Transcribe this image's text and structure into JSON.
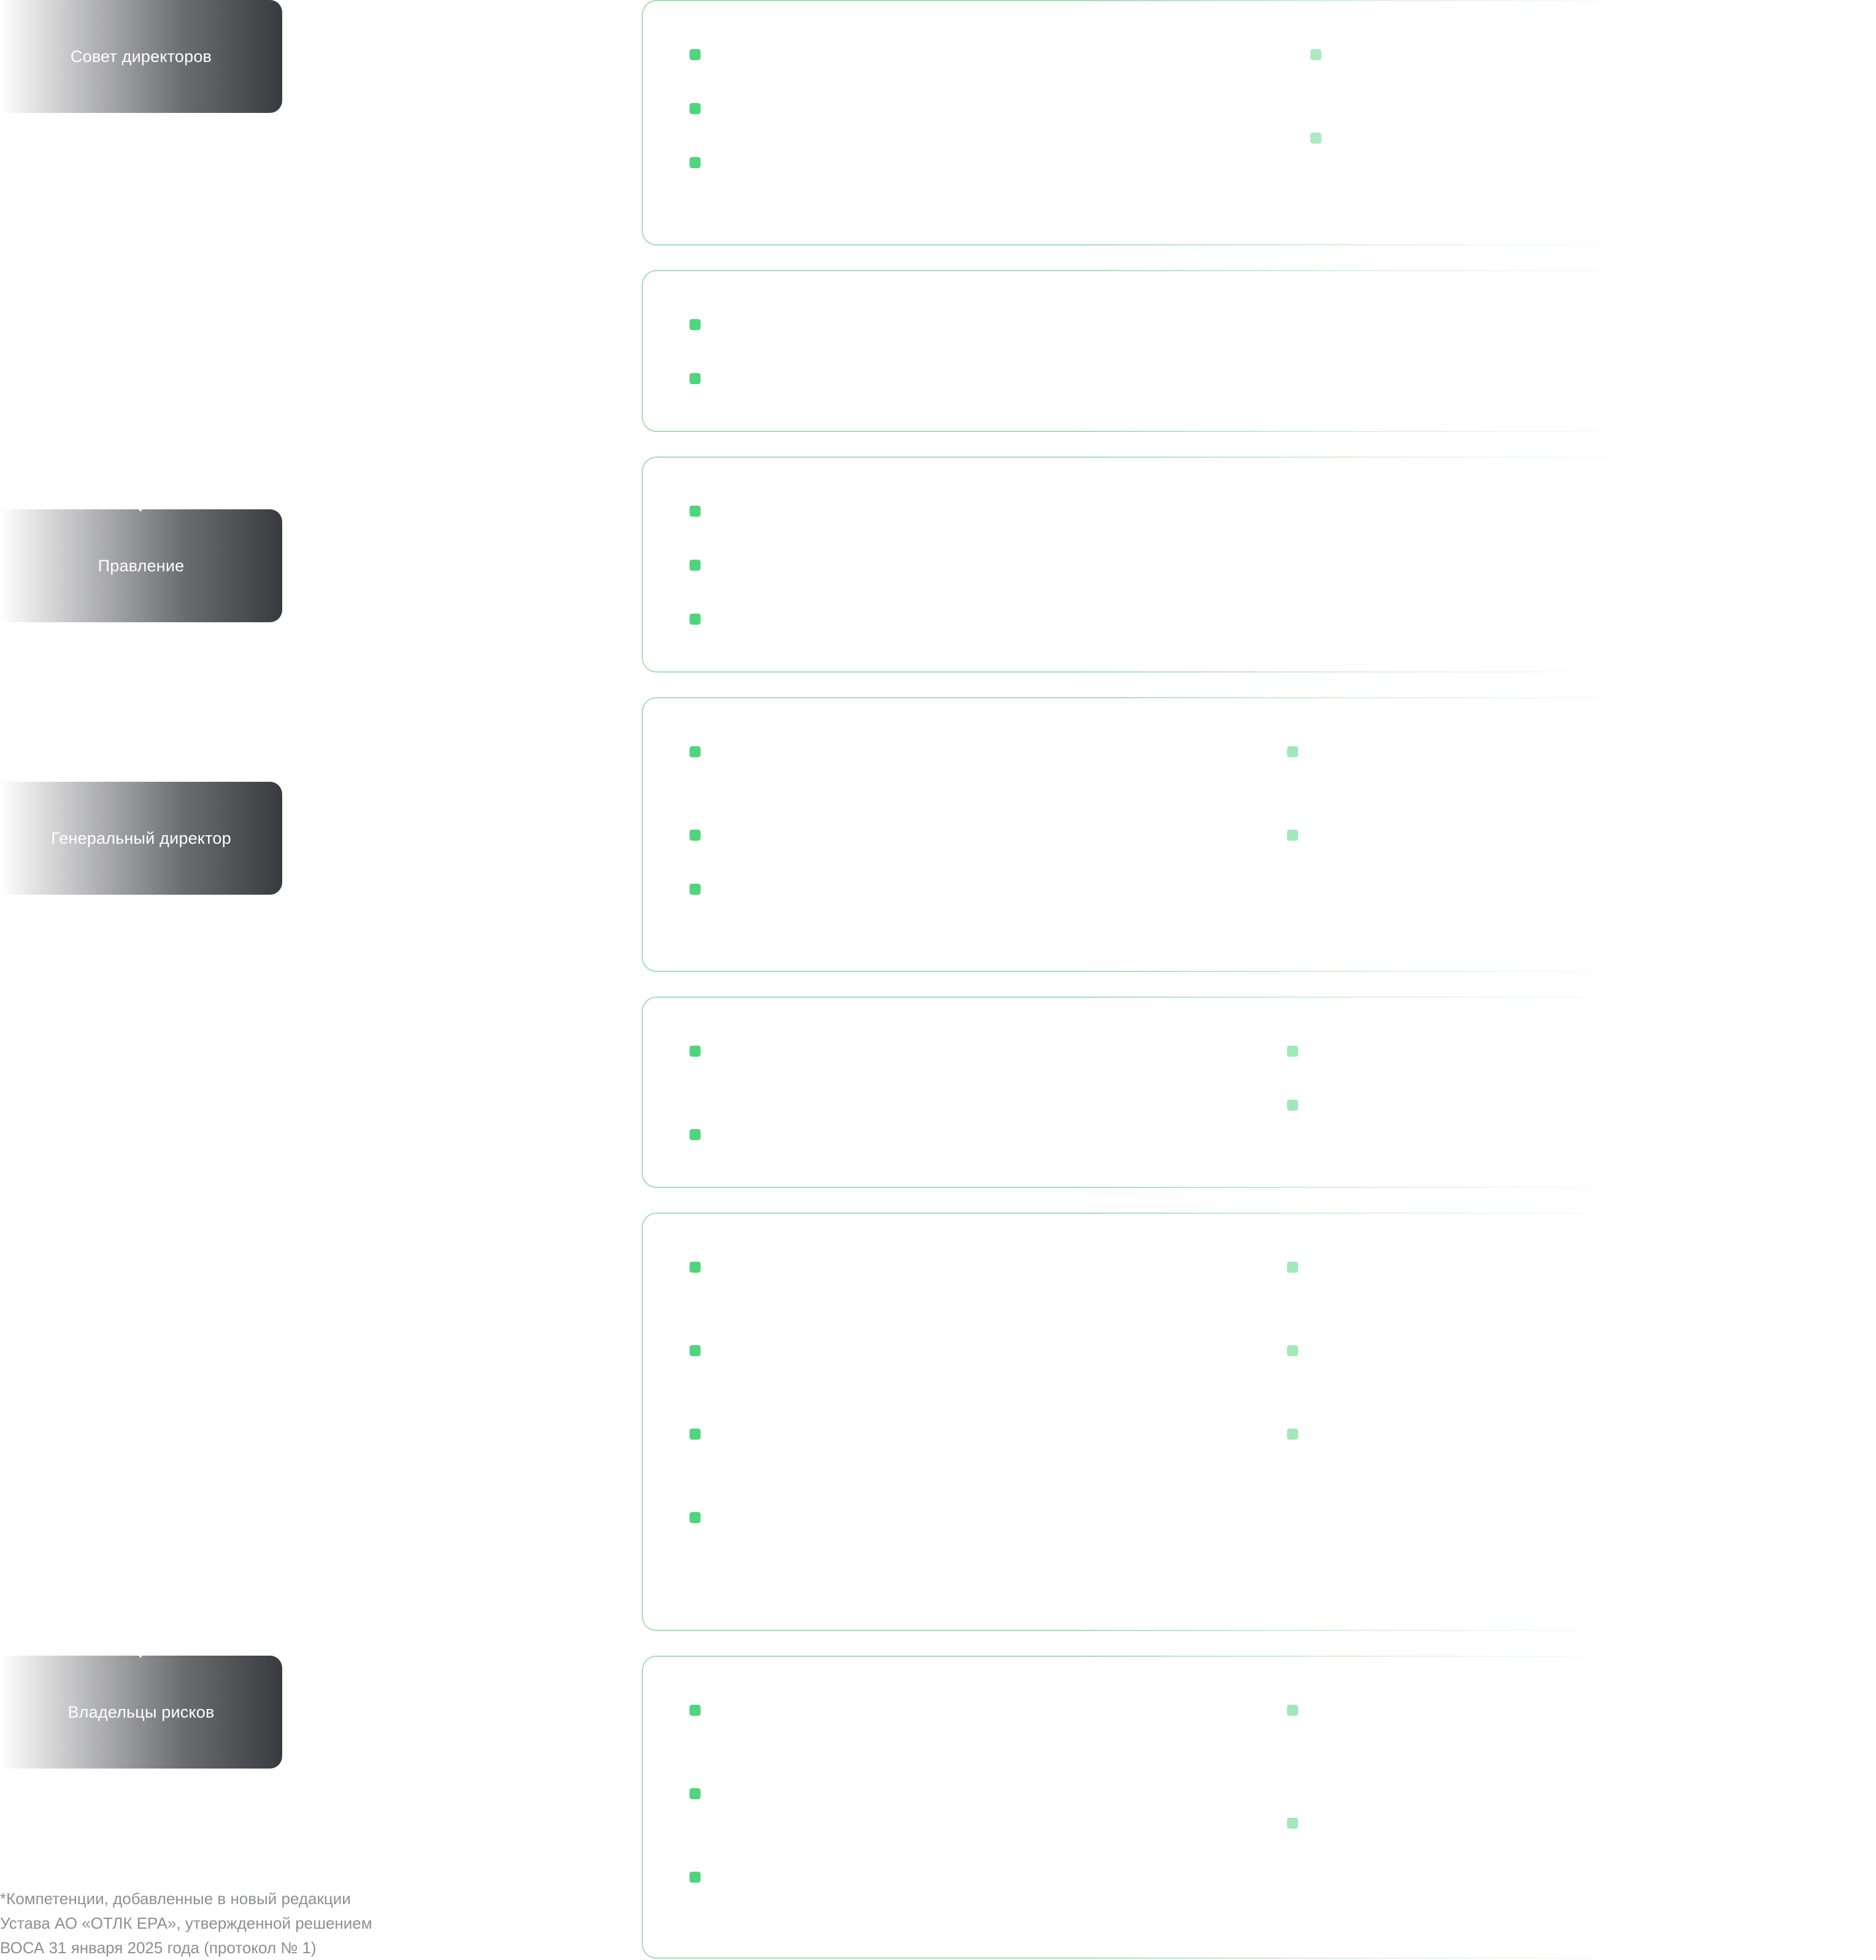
{
  "roles": [
    {
      "label": "Совет директоров"
    },
    {
      "label": "Правление"
    },
    {
      "label": "Генеральный директор"
    },
    {
      "label": "Владельцы рисков"
    }
  ],
  "footnote": {
    "line1": "*Компетенции, добавленные в новый редакции",
    "line2": "Устава АО «ОТЛК ЕРА», утвержденной решением",
    "line3": "ВОСА 31 января 2025 года (протокол № 1)"
  },
  "colors": {
    "bullet": "#4fd57c",
    "panel_border": "#9fe0b4",
    "role_box": "#393a3f",
    "footnote_text": "#8d8f94"
  }
}
